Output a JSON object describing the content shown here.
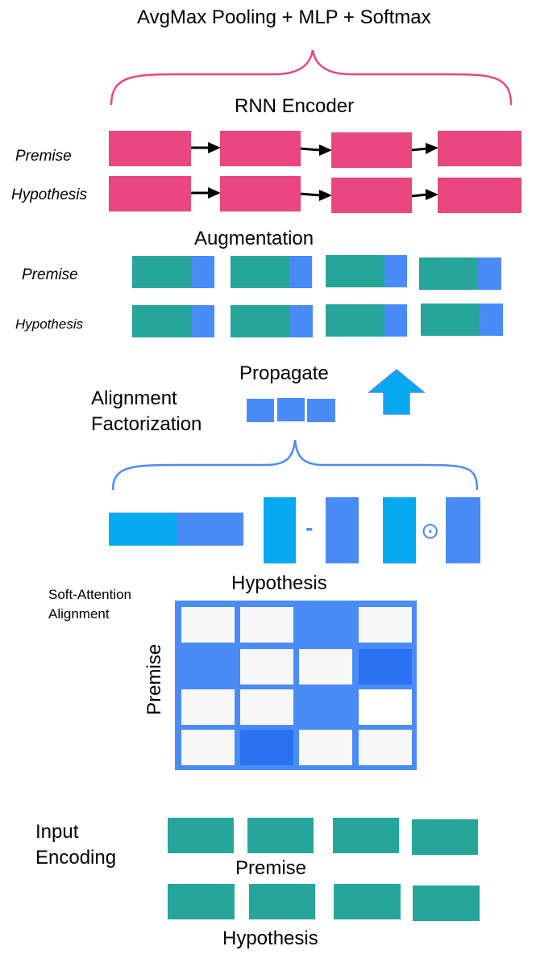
{
  "top_title": "AvgMax Pooling + MLP + Softmax",
  "rnn": {
    "title": "RNN Encoder",
    "premise_label": "Premise",
    "hypothesis_label": "Hypothesis"
  },
  "augmentation": {
    "title": "Augmentation",
    "premise_label": "Premise",
    "hypothesis_label": "Hypothesis"
  },
  "propagate": {
    "label": "Propagate"
  },
  "alignment_factorization": {
    "line1": "Alignment",
    "line2": "Factorization"
  },
  "operators": {
    "minus": "-",
    "hadamard": "⊙"
  },
  "soft_attention": {
    "line1": "Soft-Attention",
    "line2": "Alignment",
    "column_label": "Hypothesis",
    "row_label": "Premise"
  },
  "input_encoding": {
    "line1": "Input",
    "line2": "Encoding",
    "premise_label": "Premise",
    "hypothesis_label": "Hypothesis"
  },
  "colors": {
    "rnn_block": "#ea4680",
    "encoding_teal": "#26a69a",
    "blue": "#4a8cf7",
    "cyan": "#05a9f0",
    "dark_blue_cell": "#2a72f2",
    "light_cell": "#f7f7f7"
  },
  "icons": [
    "brace-icon",
    "arrow-right-icon",
    "arrow-up-icon"
  ]
}
